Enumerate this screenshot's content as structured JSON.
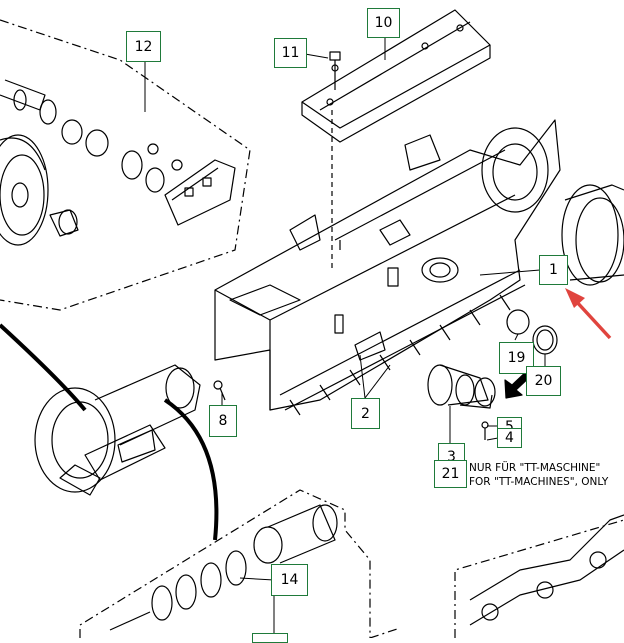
{
  "callouts": [
    {
      "id": "c10",
      "label": "10"
    },
    {
      "id": "c11",
      "label": "11"
    },
    {
      "id": "c12",
      "label": "12"
    },
    {
      "id": "c1",
      "label": "1"
    },
    {
      "id": "c19",
      "label": "19"
    },
    {
      "id": "c20",
      "label": "20"
    },
    {
      "id": "c2",
      "label": "2"
    },
    {
      "id": "c8",
      "label": "8"
    },
    {
      "id": "c5",
      "label": "5"
    },
    {
      "id": "c4",
      "label": "4"
    },
    {
      "id": "c3",
      "label": "3"
    },
    {
      "id": "c21",
      "label": "21"
    },
    {
      "id": "c14",
      "label": "14"
    }
  ],
  "notes": {
    "line_de": "NUR FÜR \"TT-MASCHINE\"",
    "line_en": "FOR \"TT-MACHINES\", ONLY"
  },
  "colors": {
    "callout_border": "#1f7a3a",
    "arrow": "#e0443e",
    "line": "#000000"
  }
}
